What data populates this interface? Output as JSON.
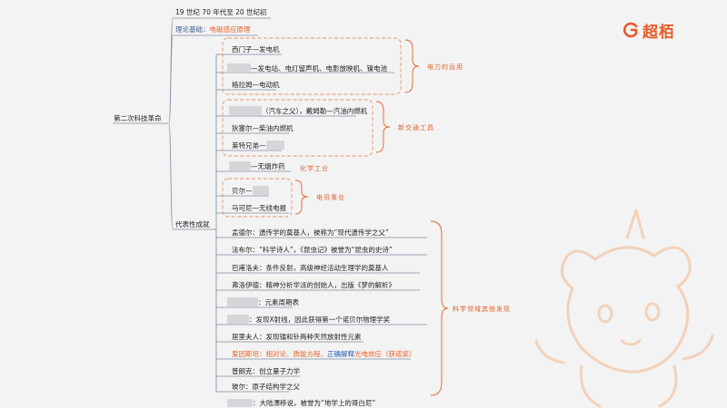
{
  "brand": {
    "logo_text": "超栢",
    "color": "#e85a2a"
  },
  "header": {
    "period": "19 世纪 70 年代至 20 世纪初",
    "theory_label": "理论基础：",
    "theory_value": "电磁感应原理"
  },
  "root": {
    "label": "第二次科技革命"
  },
  "branch": {
    "label": "代表性成就"
  },
  "groups": {
    "electric": {
      "label": "电力的运用"
    },
    "transport": {
      "label": "新交通工具"
    },
    "chemical": {
      "label": "化学工业"
    },
    "telecom": {
      "label": "电讯事业"
    },
    "science": {
      "label": "科学领域其他发现"
    }
  },
  "items": {
    "siemens": "西门子—发电机",
    "edison_suffix": "—发电站、电灯留声机、电影放映机、镍电池",
    "tesla": "格拉姆—电动机",
    "benz_suffix": "（汽车之父），戴姆勒—汽油内燃机",
    "diesel": "狄塞尔—柴油内燃机",
    "wright_prefix": "莱特兄弟—",
    "nobel_suffix": "—无烟炸药",
    "bell_prefix": "贝尔—",
    "marconi": "马可尼—无线电报",
    "mendel": "孟德尔：遗传学的奠基人，被称为“现代遗传学之父”",
    "fabre": "法布尔：“科学诗人”，《昆虫记》被誉为“昆虫的史诗”",
    "pavlov": "巴甫洛夫：条件反射，高级神经活动生理学的奠基人",
    "freud": "弗洛伊德：精神分析学派的创始人，出版《梦的解析》",
    "mendeleev_suffix": "：元素周期表",
    "roentgen_suffix": "：发现X射线，因此获得第一个诺贝尔物理学奖",
    "curie": "居里夫人：发现镭和钋两种天然放射性元素",
    "einstein_name": "爱因斯坦：",
    "einstein_part1": "相对论、质能方程、",
    "einstein_part2": "正确解释",
    "einstein_part3": "光电效应（获诺奖）",
    "planck": "普朗克：创立量子力学",
    "bohr": "玻尔：原子结构学之父",
    "wegener_suffix": "：大陆漂移说，被誉为“地学上的哥白尼”"
  }
}
